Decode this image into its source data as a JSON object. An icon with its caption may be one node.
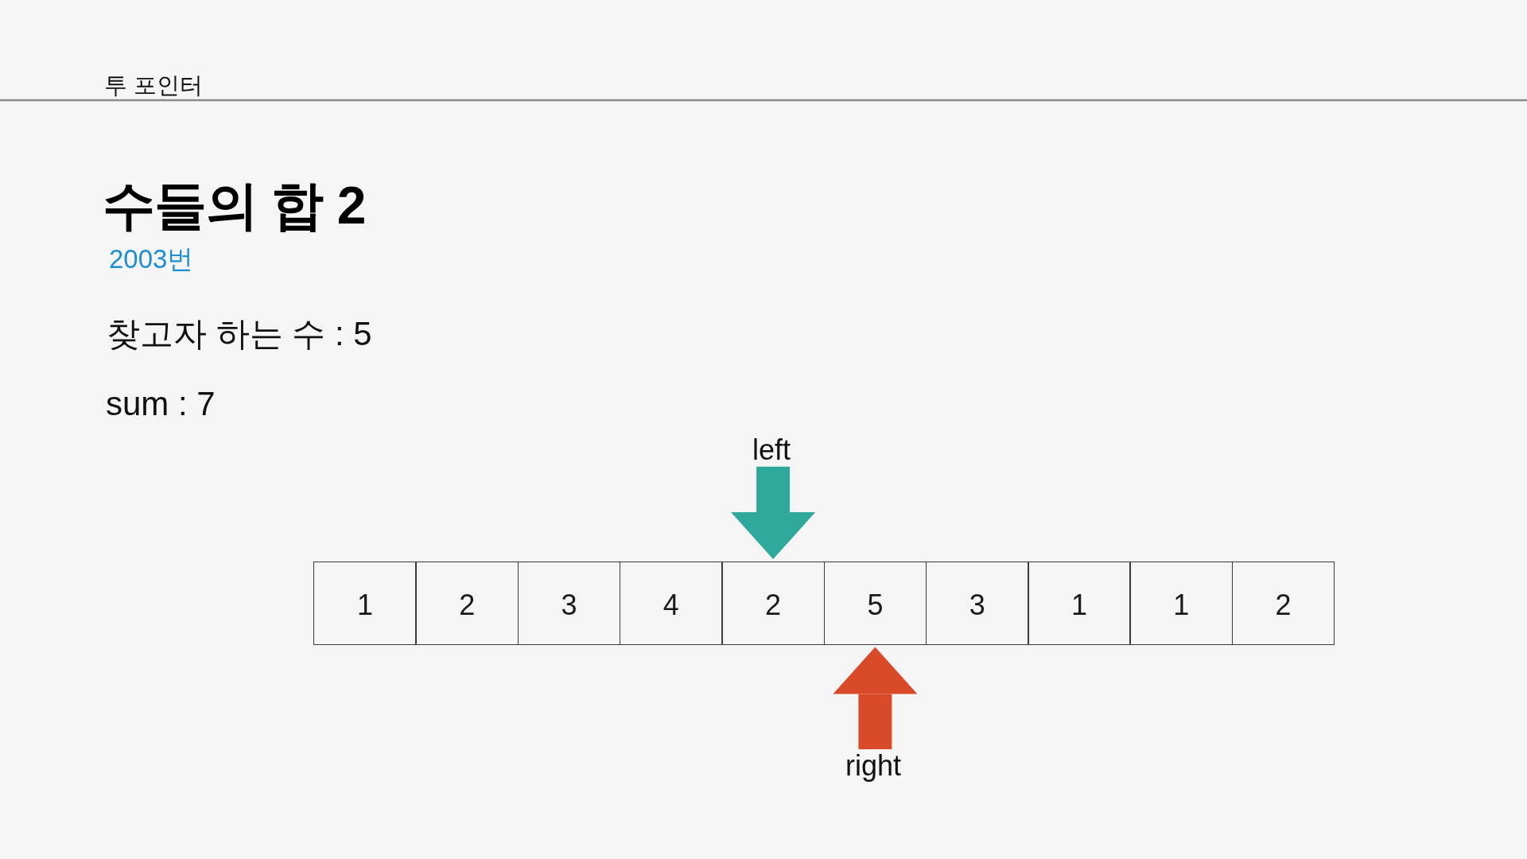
{
  "diagram": {
    "title": "수들의 합 2",
    "nodes": [
      {
        "text": [
          "left"
        ]
      },
      {
        "text": [
          "1"
        ]
      },
      {
        "text": [
          "2"
        ]
      },
      {
        "text": [
          "3"
        ]
      },
      {
        "text": [
          "4"
        ]
      },
      {
        "text": [
          "2"
        ]
      },
      {
        "text": [
          "5"
        ]
      },
      {
        "text": [
          "3"
        ]
      },
      {
        "text": [
          "1"
        ]
      },
      {
        "text": [
          "1"
        ]
      },
      {
        "text": [
          "2"
        ]
      },
      {
        "text": [
          "right"
        ]
      }
    ],
    "edges": [
      {
        "from": 0,
        "to": 5,
        "arrow": "to",
        "color": "#2ea89a"
      },
      {
        "from": 11,
        "to": 6,
        "arrow": "to",
        "color": "#d94a28"
      }
    ],
    "labels": [
      "투 포인터",
      "2003번",
      "찾고자 하는 수 : 5",
      "sum : 7"
    ]
  }
}
